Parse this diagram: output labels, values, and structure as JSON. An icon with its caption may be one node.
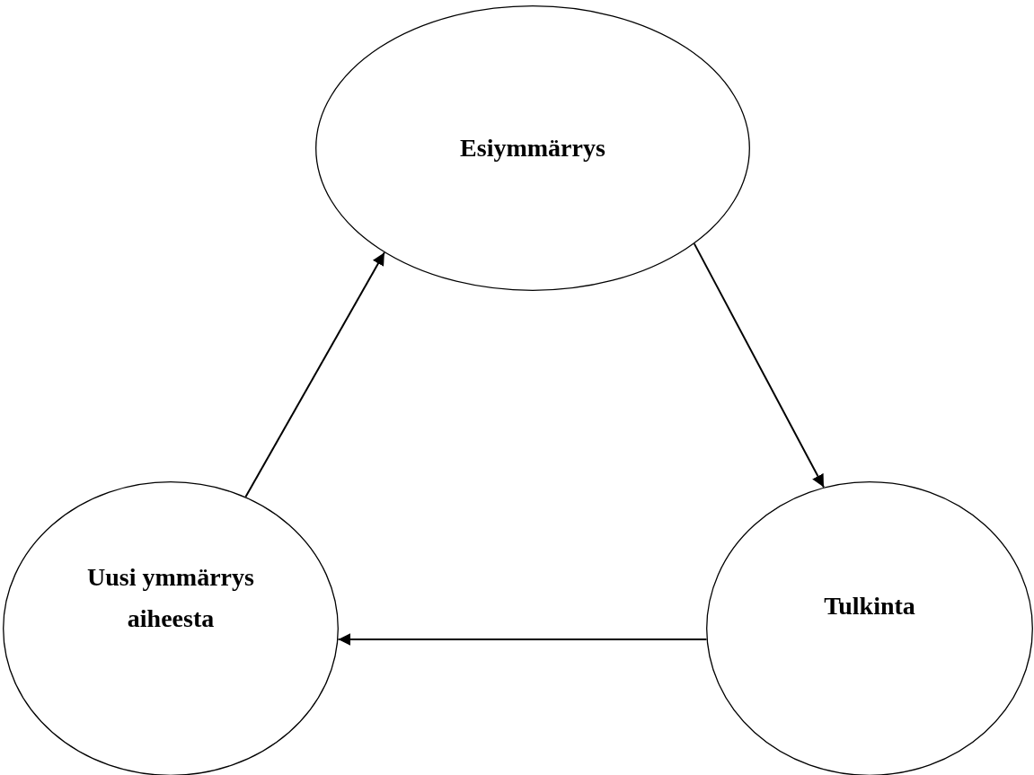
{
  "diagram": {
    "nodes": [
      {
        "text": [
          "Esiymmärrys"
        ]
      },
      {
        "text": [
          "Tulkinta"
        ]
      },
      {
        "text": [
          "Uusi ymmärrys aiheesta"
        ]
      }
    ],
    "edges": [
      {
        "from": 0,
        "to": 1,
        "arrow": "to"
      },
      {
        "from": 1,
        "to": 2,
        "arrow": "to"
      },
      {
        "from": 2,
        "to": 0,
        "arrow": "to"
      }
    ]
  }
}
